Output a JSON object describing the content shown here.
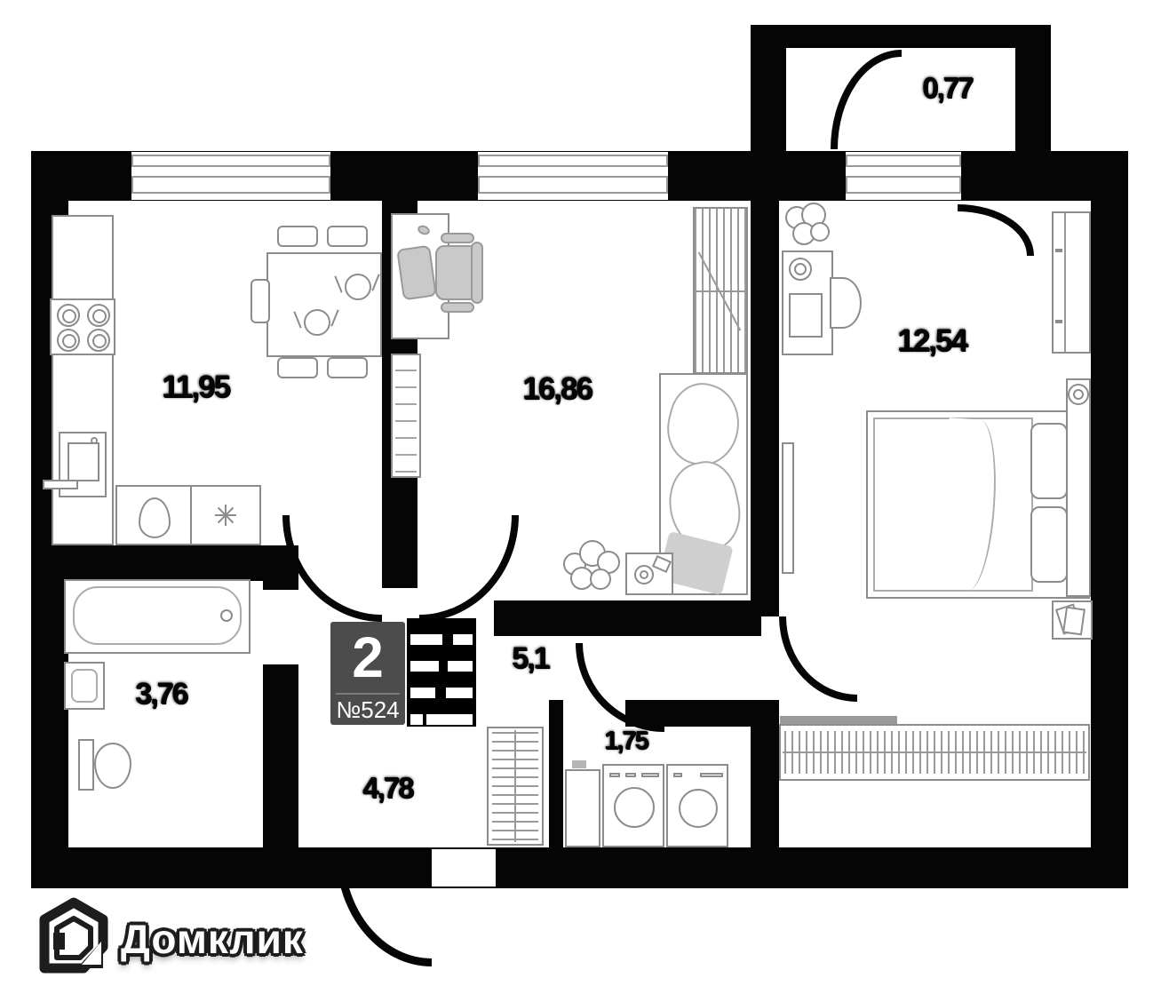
{
  "logo": {
    "text": "Домклик"
  },
  "badge": {
    "room_count": "2",
    "apartment_number": "№524"
  },
  "areas": {
    "balcony": "0,77",
    "kitchen": "11,95",
    "living_room": "16,86",
    "bedroom": "12,54",
    "bathroom": "3,76",
    "hallway": "5,1",
    "corridor": "4,78",
    "laundry": "1,75"
  },
  "colors": {
    "walls": "#050505",
    "furniture_outline": "#8c8c8c",
    "badge_background": "#4c4c4c",
    "label_text": "#050505",
    "logo_outline": "#1d1d1d"
  }
}
